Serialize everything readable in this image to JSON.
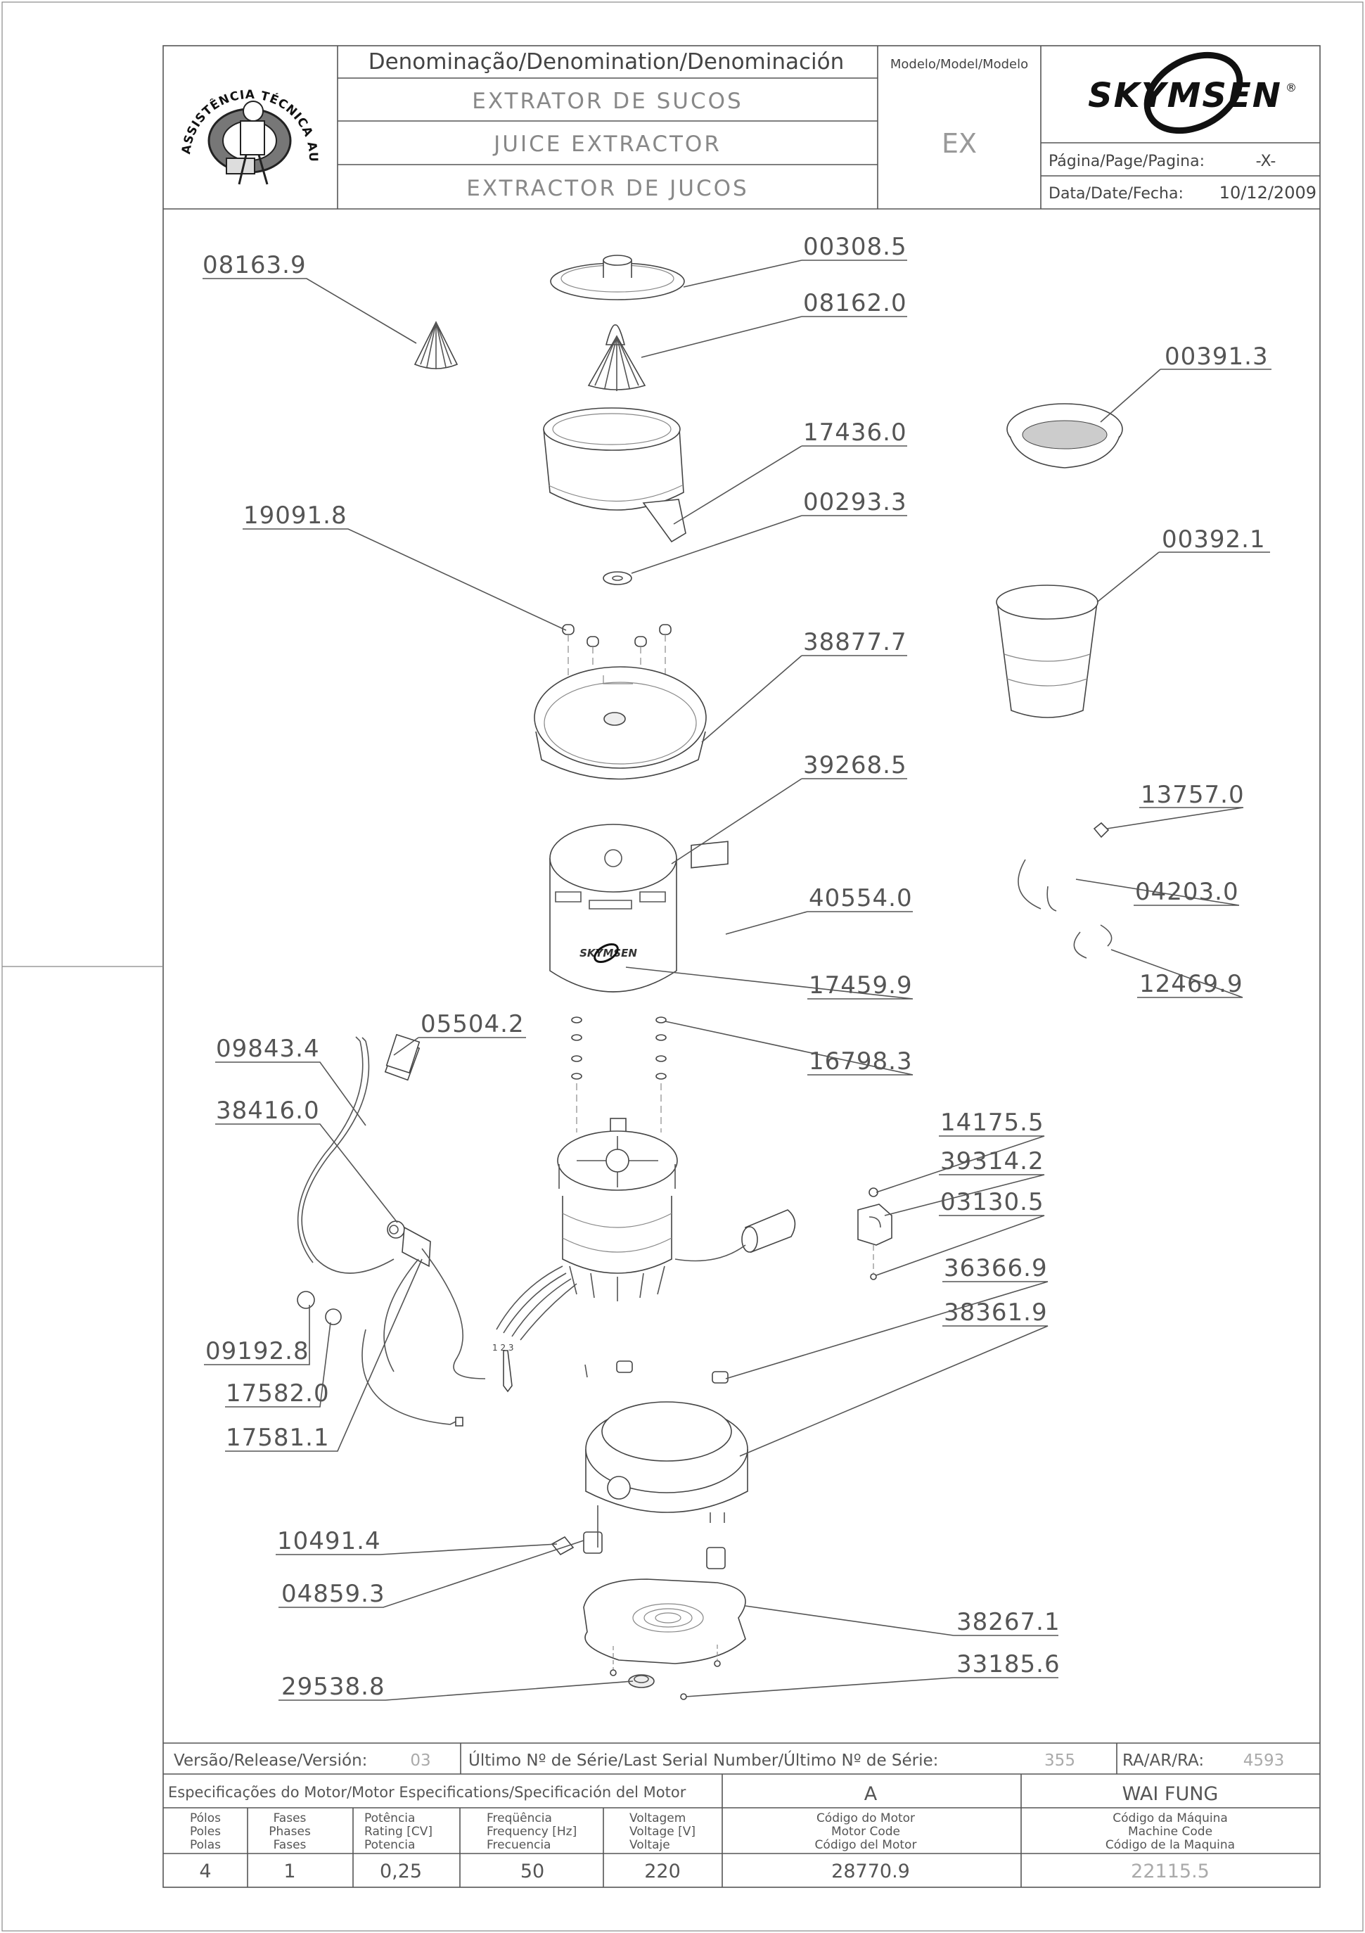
{
  "header": {
    "denomination_label": "Denominação/Denomination/Denominación",
    "model_label": "Modelo/Model/Modelo",
    "name_pt": "EXTRATOR DE SUCOS",
    "name_en": "JUICE EXTRACTOR",
    "name_es": "EXTRACTOR DE JUCOS",
    "model_value": "EX",
    "brand": "SKYMSEN",
    "brand_mark": "®",
    "page_label": "Página/Page/Pagina:",
    "page_value": "-X-",
    "date_label": "Data/Date/Fecha:",
    "date_value": "10/12/2009",
    "seal_text": "ASSISTÊNCIA TÉCNICA AUTORIZADA"
  },
  "parts": [
    {
      "code": "08163.9"
    },
    {
      "code": "00308.5"
    },
    {
      "code": "08162.0"
    },
    {
      "code": "00391.3"
    },
    {
      "code": "17436.0"
    },
    {
      "code": "00293.3"
    },
    {
      "code": "19091.8"
    },
    {
      "code": "00392.1"
    },
    {
      "code": "38877.7"
    },
    {
      "code": "39268.5"
    },
    {
      "code": "13757.0"
    },
    {
      "code": "40554.0"
    },
    {
      "code": "04203.0"
    },
    {
      "code": "17459.9"
    },
    {
      "code": "12469.9"
    },
    {
      "code": "05504.2"
    },
    {
      "code": "09843.4"
    },
    {
      "code": "16798.3"
    },
    {
      "code": "38416.0"
    },
    {
      "code": "14175.5"
    },
    {
      "code": "39314.2"
    },
    {
      "code": "03130.5"
    },
    {
      "code": "36366.9"
    },
    {
      "code": "38361.9"
    },
    {
      "code": "09192.8"
    },
    {
      "code": "17582.0"
    },
    {
      "code": "17581.1"
    },
    {
      "code": "10491.4"
    },
    {
      "code": "04859.3"
    },
    {
      "code": "38267.1"
    },
    {
      "code": "33185.6"
    },
    {
      "code": "29538.8"
    }
  ],
  "footer": {
    "version_label": "Versão/Release/Versión:",
    "version_value": "03",
    "serial_label": "Último Nº de Série/Last Serial Number/Último Nº de Série:",
    "serial_value": "355",
    "ra_label": "RA/AR/RA:",
    "ra_value": "4593",
    "motor_spec_label": "Especificações do Motor/Motor Especifications/Specificación del Motor",
    "motor_type": "A",
    "customer": "WAI FUNG",
    "columns": [
      {
        "lines": [
          "Pólos",
          "Poles",
          "Polas"
        ],
        "value": "4"
      },
      {
        "lines": [
          "Fases",
          "Phases",
          "Fases"
        ],
        "value": "1"
      },
      {
        "lines": [
          "Potência",
          "Rating [CV]",
          "Potencia"
        ],
        "value": "0,25"
      },
      {
        "lines": [
          "Freqüência",
          "Frequency [Hz]",
          "Frecuencia"
        ],
        "value": "50"
      },
      {
        "lines": [
          "Voltagem",
          "Voltage [V]",
          "Voltaje"
        ],
        "value": "220"
      },
      {
        "lines": [
          "Código do Motor",
          "Motor Code",
          "Código del Motor"
        ],
        "value": "28770.9"
      },
      {
        "lines": [
          "Código da Máquina",
          "Machine Code",
          "Código de la Maquina"
        ],
        "value": "22115.5"
      }
    ]
  },
  "colors": {
    "line": "#555555",
    "text": "#444444",
    "muted": "#aaaaaa"
  }
}
